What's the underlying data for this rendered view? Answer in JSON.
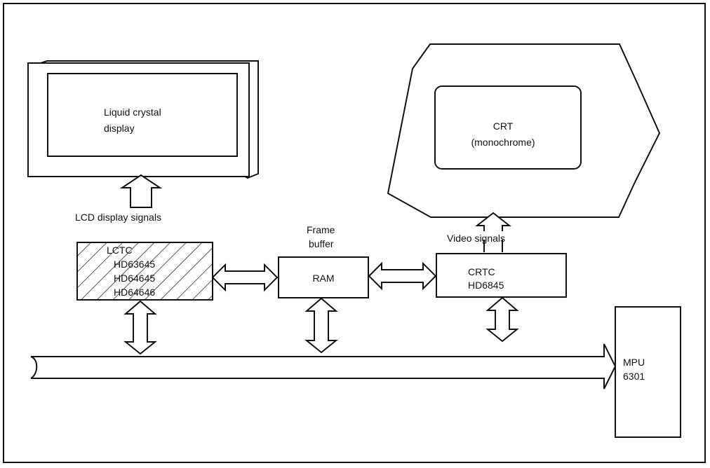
{
  "lcd": {
    "label_line1": "Liquid crystal",
    "label_line2": "display"
  },
  "crt": {
    "label_line1": "CRT",
    "label_line2": "(monochrome)"
  },
  "lcd_signals_label": "LCD display signals",
  "video_signals_label": "Video signals",
  "lctc": {
    "lines": [
      "LCTC",
      "HD63645",
      "HD64645",
      "HD64646"
    ]
  },
  "frame_buffer": {
    "caption_line1": "Frame",
    "caption_line2": "buffer",
    "label": "RAM"
  },
  "crtc": {
    "line1": "CRTC",
    "line2": "HD6845"
  },
  "mpu": {
    "line1": "MPU",
    "line2": "6301"
  }
}
